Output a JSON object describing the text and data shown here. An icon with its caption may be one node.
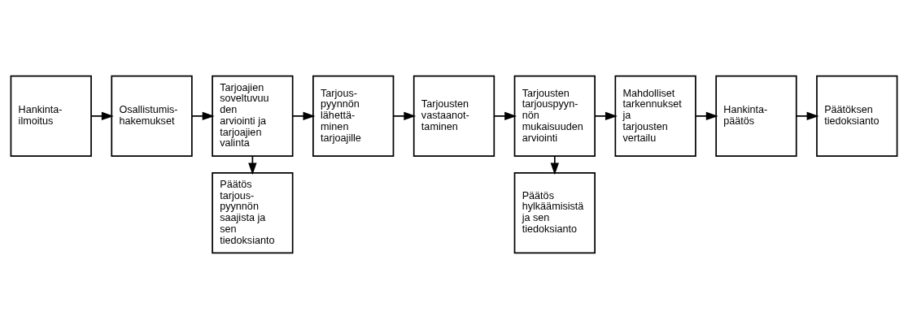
{
  "diagram": {
    "nodes": [
      {
        "text": [
          "Hankinta- ilmoitus"
        ]
      },
      {
        "text": [
          "Osallistumis- hakemukset"
        ]
      },
      {
        "text": [
          "Tarjoajien soveltuvuu den arviointi ja tarjoajien valinta"
        ]
      },
      {
        "text": [
          "Päätös tarjous- pyynnön saajista ja sen tiedoksianto"
        ]
      },
      {
        "text": [
          "Tarjous- pyynnön lähettä- minen tarjoajille"
        ]
      },
      {
        "text": [
          "Tarjousten vastaanot- taminen"
        ]
      },
      {
        "text": [
          "Tarjousten tarjouspyyn- nön mukaisuuden arviointi"
        ]
      },
      {
        "text": [
          "Päätös hylkäämisistä ja sen tiedoksianto"
        ]
      },
      {
        "text": [
          "Mahdolliset tarkennukset ja tarjousten vertailu"
        ]
      },
      {
        "text": [
          "Hankinta- päätös"
        ]
      },
      {
        "text": [
          "Päätöksen tiedoksianto"
        ]
      }
    ],
    "edges": [
      {
        "from": 0,
        "to": 1,
        "arrow": "to"
      },
      {
        "from": 1,
        "to": 2,
        "arrow": "to"
      },
      {
        "from": 2,
        "to": 4,
        "arrow": "to"
      },
      {
        "from": 4,
        "to": 5,
        "arrow": "to"
      },
      {
        "from": 5,
        "to": 6,
        "arrow": "to"
      },
      {
        "from": 6,
        "to": 8,
        "arrow": "to"
      },
      {
        "from": 2,
        "to": 3,
        "arrow": "to"
      },
      {
        "from": 6,
        "to": 7,
        "arrow": "to"
      },
      {
        "from": 8,
        "to": 9,
        "arrow": "to"
      },
      {
        "from": 9,
        "to": 10,
        "arrow": "to"
      }
    ]
  }
}
